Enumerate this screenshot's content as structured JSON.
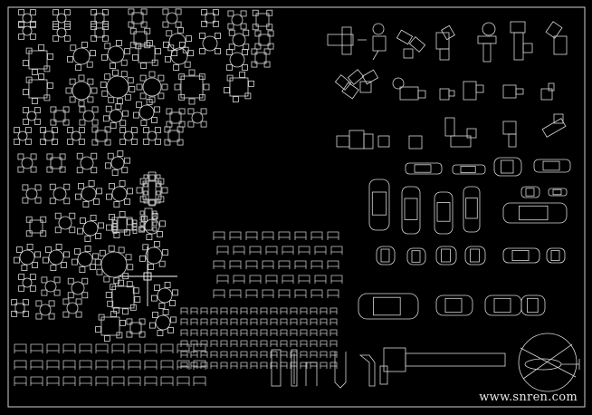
{
  "canvas": {
    "background": "#000000",
    "line_color": "#d8d8d8",
    "crosshair_color": "#ffffff"
  },
  "watermark": {
    "text": "www.snren.com"
  },
  "icons": {
    "crosshair": "crosshair-cursor-icon"
  },
  "groups": [
    {
      "name": "dining-table-sets",
      "kind": "table-set"
    },
    {
      "name": "playground-equipment",
      "kind": "playground"
    },
    {
      "name": "vehicles-top-view",
      "kind": "car"
    },
    {
      "name": "outdoor-furniture",
      "kind": "bench"
    },
    {
      "name": "street-lamps",
      "kind": "lamp"
    },
    {
      "name": "helicopter",
      "kind": "helicopter"
    }
  ]
}
